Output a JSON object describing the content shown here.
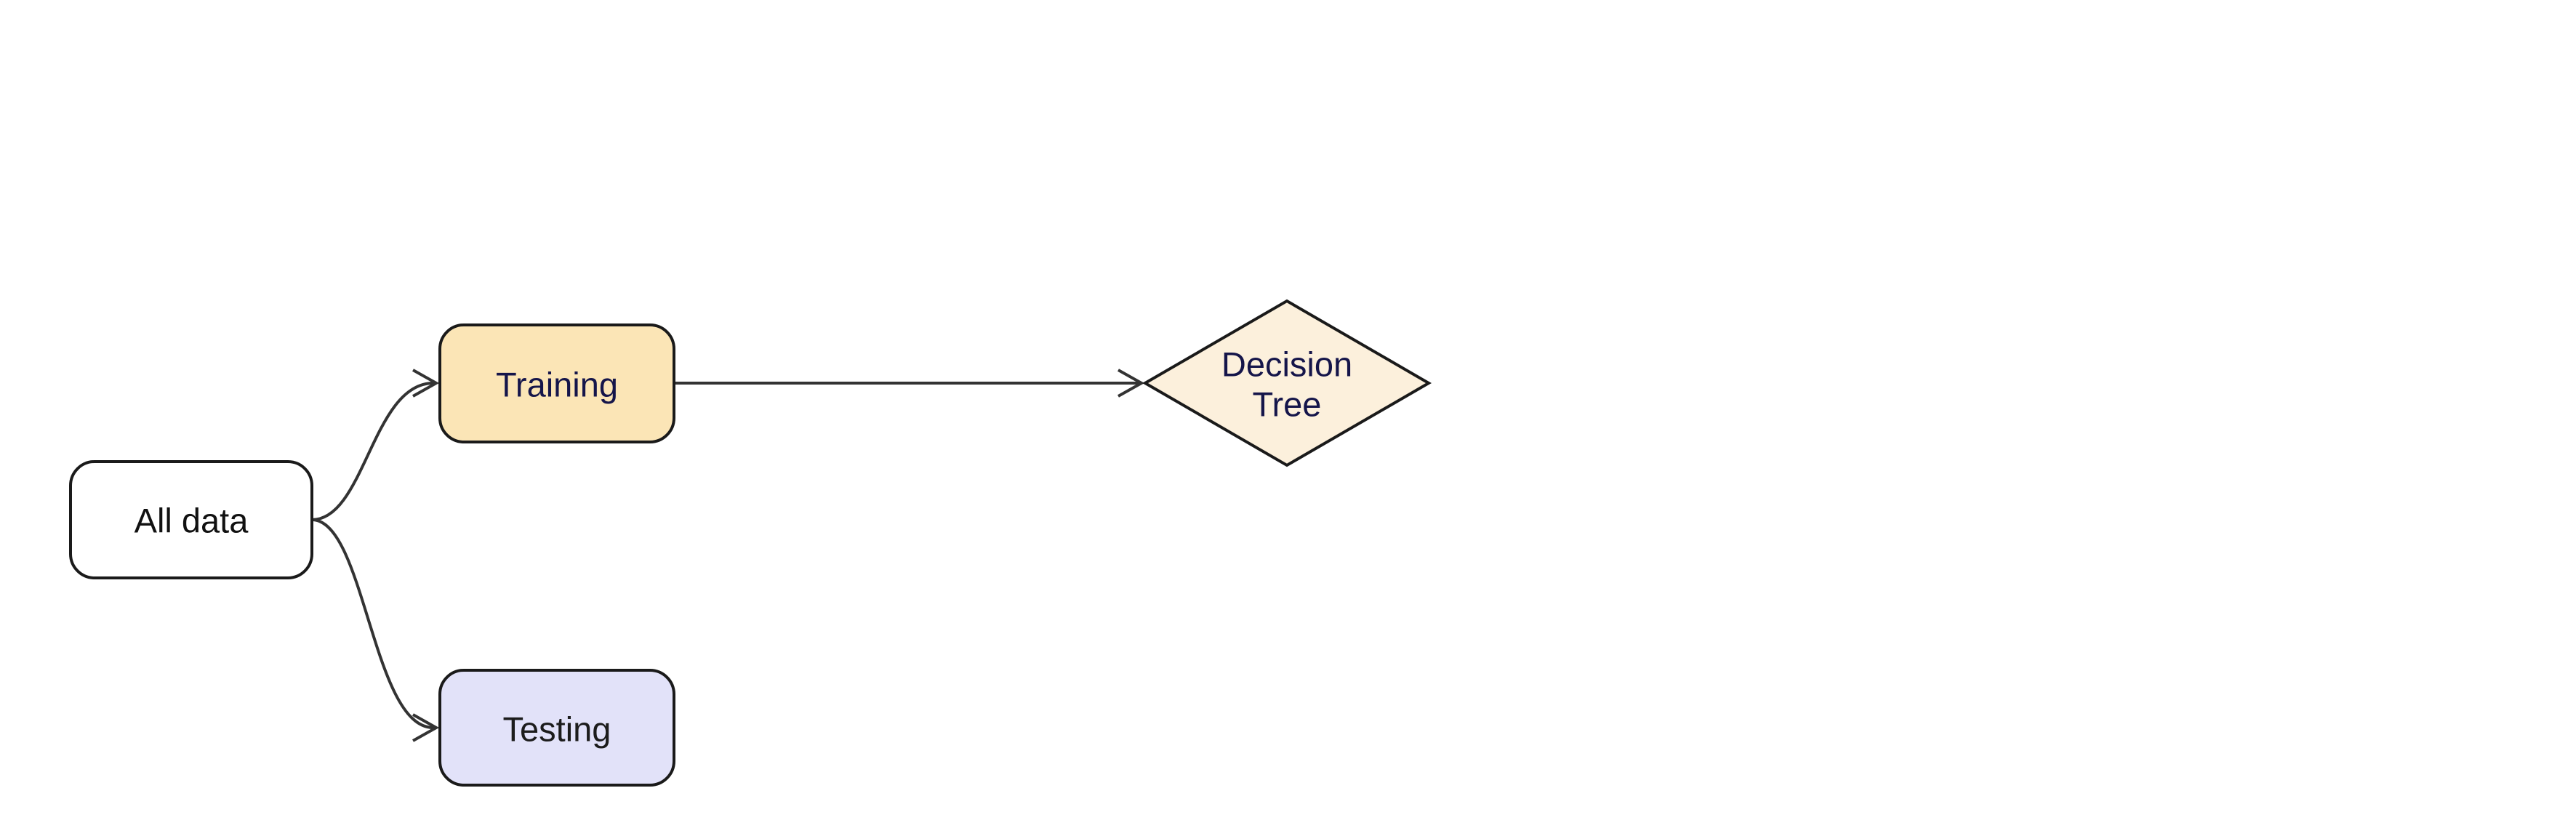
{
  "diagram": {
    "type": "flowchart",
    "direction": "left-to-right",
    "background_color": "#ffffff",
    "edge_color": "#333333",
    "nodes": [
      {
        "id": "all-data",
        "label": "All data",
        "shape": "rounded-rectangle",
        "fill": "#ffffff",
        "stroke": "#1a1a1a",
        "text_color": "#111111"
      },
      {
        "id": "training",
        "label": "Training",
        "shape": "rounded-rectangle",
        "fill": "#fbe5b6",
        "stroke": "#1a1a1a",
        "text_color": "#15154a"
      },
      {
        "id": "testing",
        "label": "Testing",
        "shape": "rounded-rectangle",
        "fill": "#e2e2f9",
        "stroke": "#1a1a1a",
        "text_color": "#1c1c1c"
      },
      {
        "id": "decision-tree",
        "label": "Decision Tree",
        "label_lines": [
          "Decision",
          "Tree"
        ],
        "shape": "diamond",
        "fill": "#fcf0dc",
        "stroke": "#1a1a1a",
        "text_color": "#15154a"
      }
    ],
    "edges": [
      {
        "from": "All data",
        "to": "Training",
        "style": "curved-arrow"
      },
      {
        "from": "All data",
        "to": "Testing",
        "style": "curved-arrow"
      },
      {
        "from": "Training",
        "to": "Decision Tree",
        "style": "straight-arrow"
      }
    ]
  }
}
